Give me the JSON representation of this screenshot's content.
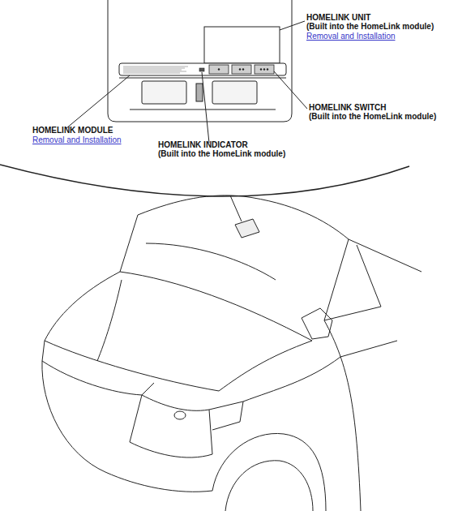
{
  "diagram": {
    "labels": [
      "HOMELINK UNIT",
      "(Built into the HomeLink module)",
      "Removal and Installation",
      "HOMELINK SWITCH",
      "(Built into the HomeLink module)",
      "HOMELINK MODULE",
      "Removal and Installation",
      "HOMELINK INDICATOR",
      "(Built into the HomeLink module)"
    ]
  }
}
